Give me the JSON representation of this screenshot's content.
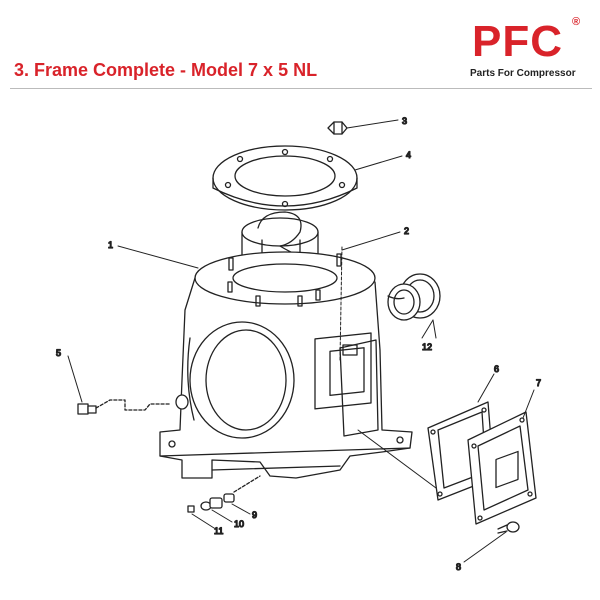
{
  "header": {
    "title": "3. Frame Complete - Model 7 x 5 NL"
  },
  "logo": {
    "word": "PFC",
    "registered": "®",
    "tagline": "Parts For Compressor",
    "brand_color": "#d9232a"
  },
  "callouts": {
    "c1": "1",
    "c2": "2",
    "c3": "3",
    "c4": "4",
    "c5": "5",
    "c6": "6",
    "c7": "7",
    "c8": "8",
    "c9": "9",
    "c10": "10",
    "c11": "11",
    "c12": "12"
  }
}
